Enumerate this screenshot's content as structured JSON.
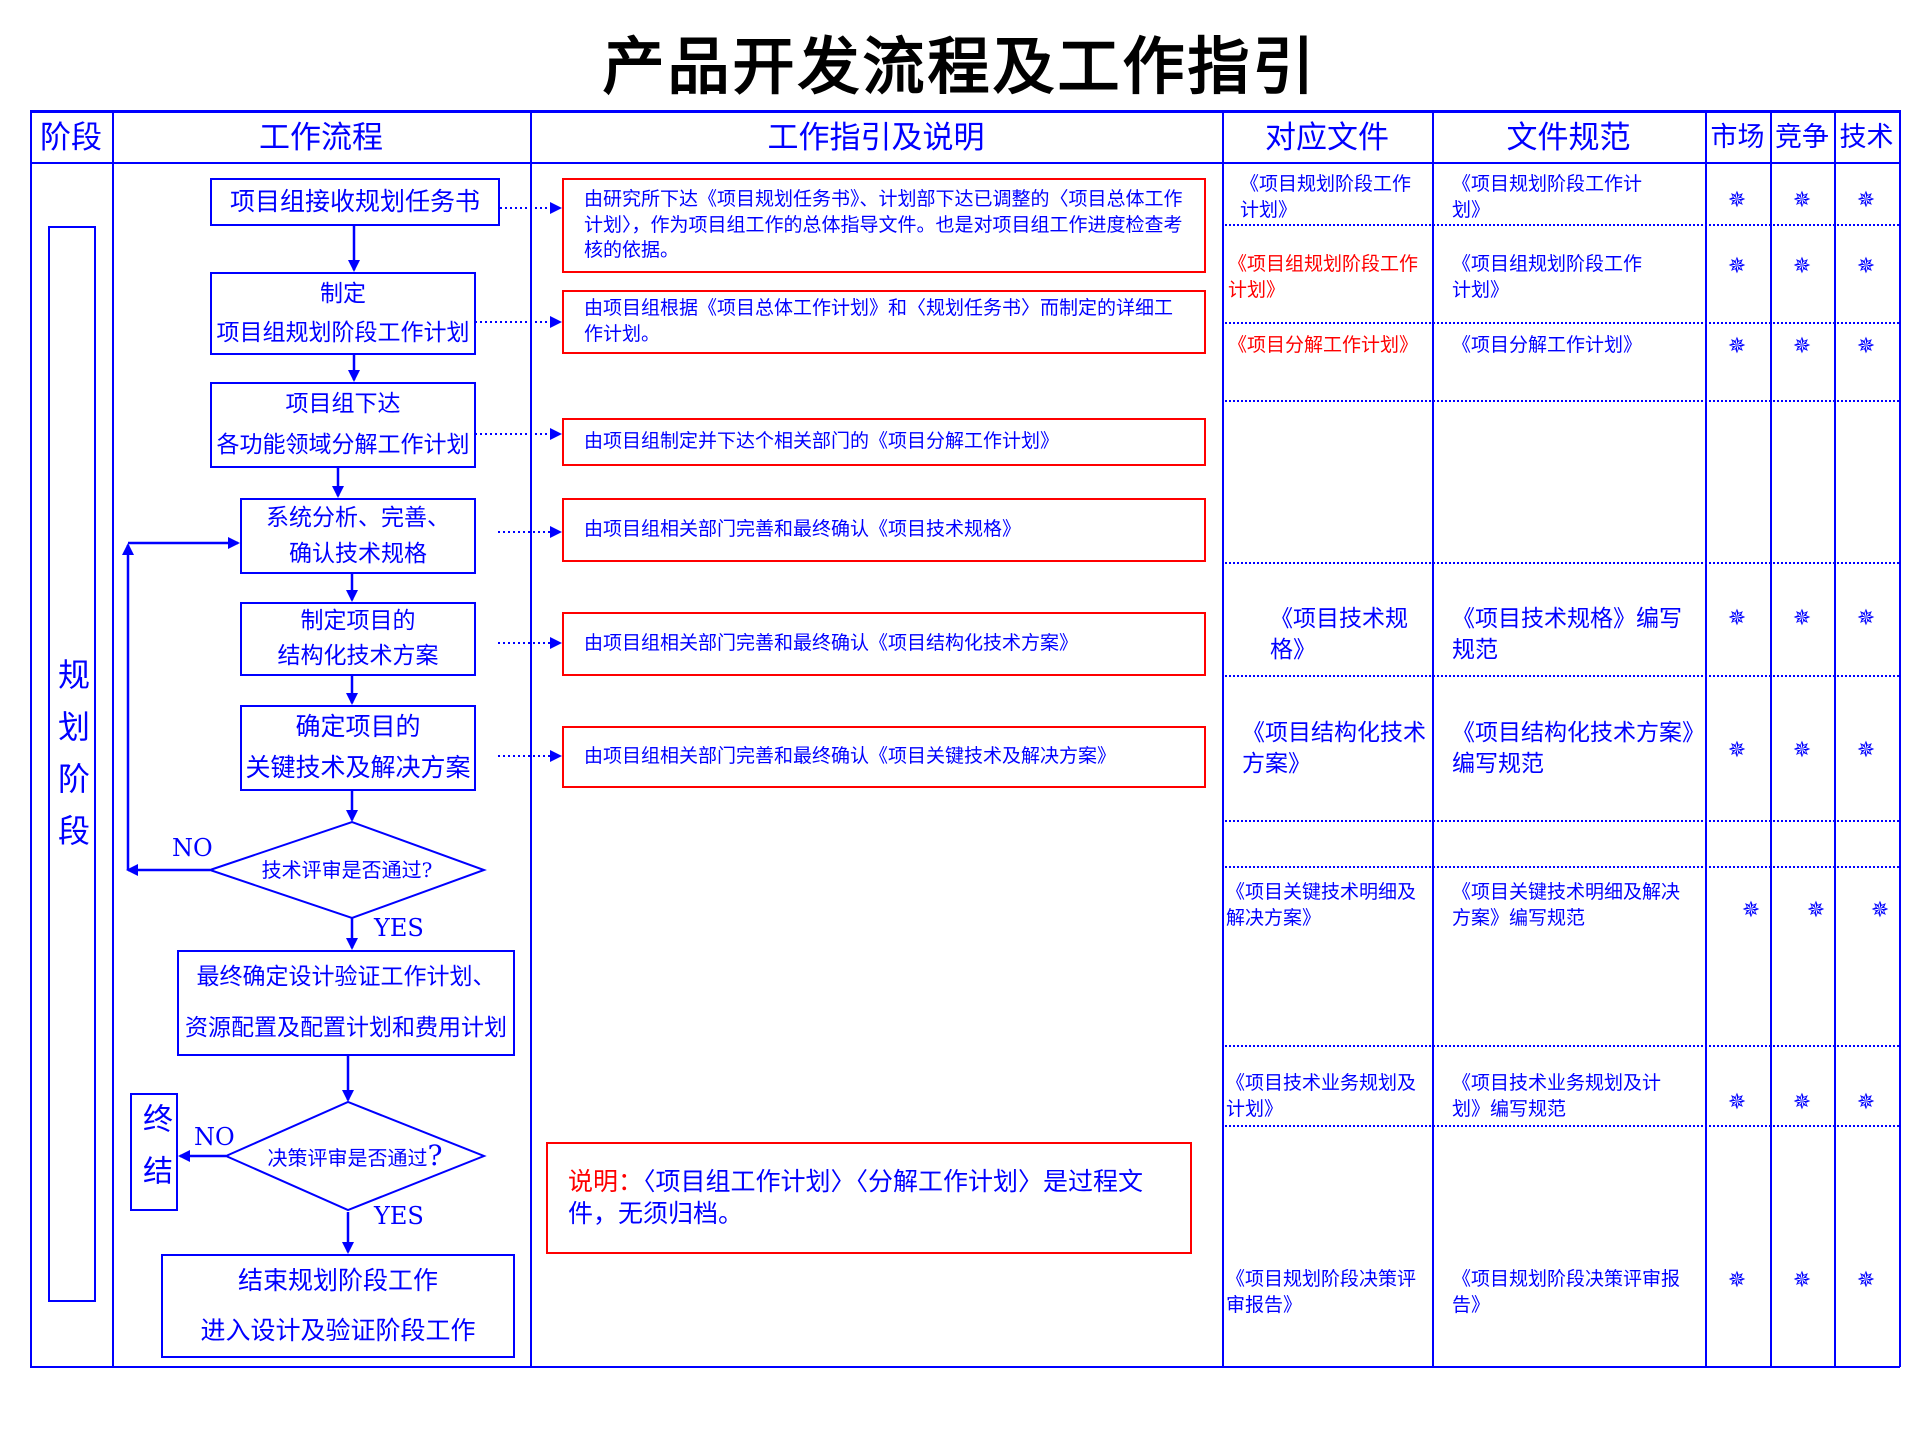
{
  "title": "产品开发流程及工作指引",
  "colors": {
    "line": "#0000ff",
    "note_border": "#ff0000",
    "highlight_text": "#ff0000"
  },
  "headers": {
    "stage": "阶段",
    "flow": "工作流程",
    "guide": "工作指引及说明",
    "doc": "对应文件",
    "spec": "文件规范",
    "market": "市场",
    "compete": "竞争",
    "tech": "技术"
  },
  "stage_label": "规划阶段",
  "terminate_label": "终结",
  "flow": {
    "step1": "项目组接收规划任务书",
    "step2_l1": "制定",
    "step2_l2": "项目组规划阶段工作计划",
    "step3_l1": "项目组下达",
    "step3_l2": "各功能领域分解工作计划",
    "step4_l1": "系统分析、完善、",
    "step4_l2": "确认技术规格",
    "step5_l1": "制定项目的",
    "step5_l2": "结构化技术方案",
    "step6_l1": "确定项目的",
    "step6_l2": "关键技术及解决方案",
    "decision1": "技术评审是否通过?",
    "no1": "NO",
    "yes1": "YES",
    "step7_l1": "最终确定设计验证工作计划、",
    "step7_l2": "资源配置及配置计划和费用计划",
    "decision2": "决策评审是否通过",
    "decision2_q": "?",
    "no2": "NO",
    "yes2": "YES",
    "step8_l1": "结束规划阶段工作",
    "step8_l2": "进入设计及验证阶段工作"
  },
  "guides": {
    "g1": "由研究所下达《项目规划任务书》、计划部下达已调整的〈项目总体工作计划〉，作为项目组工作的总体指导文件。也是对项目组工作进度检查考核的依据。",
    "g2": "由项目组根据《项目总体工作计划》和〈规划任务书〉而制定的详细工作计划。",
    "g3": "由项目组制定并下达个相关部门的《项目分解工作计划》",
    "g4": "由项目组相关部门完善和最终确认《项目技术规格》",
    "g5": "由项目组相关部门完善和最终确认《项目结构化技术方案》",
    "g6": "由项目组相关部门完善和最终确认《项目关键技术及解决方案》"
  },
  "note": {
    "label": "说明：",
    "content": "〈项目组工作计划〉〈分解工作计划〉是过程文件，无须归档。"
  },
  "docs": {
    "d1": "《项目规划阶段工作计划》",
    "d2": "《项目组规划阶段工作计划》",
    "d3": "《项目分解工作计划》",
    "d4": "《项目技术规格》",
    "d5": "《项目结构化技术方案》",
    "d6": "《项目关键技术明细及解决方案》",
    "d7": "《项目技术业务规划及计划》",
    "d8": "《项目规划阶段决策评审报告》"
  },
  "specs": {
    "s1": "《项目规划阶段工作计划》",
    "s2": "《项目组规划阶段工作计划》",
    "s3": "《项目分解工作计划》",
    "s4": "《项目技术规格》编写规范",
    "s5": "《项目结构化技术方案》编写规范",
    "s6": "《项目关键技术明细及解决方案》编写规范",
    "s7": "《项目技术业务规划及计划》编写规范",
    "s8": "《项目规划阶段决策评审报告》"
  },
  "star_icon": "✵"
}
